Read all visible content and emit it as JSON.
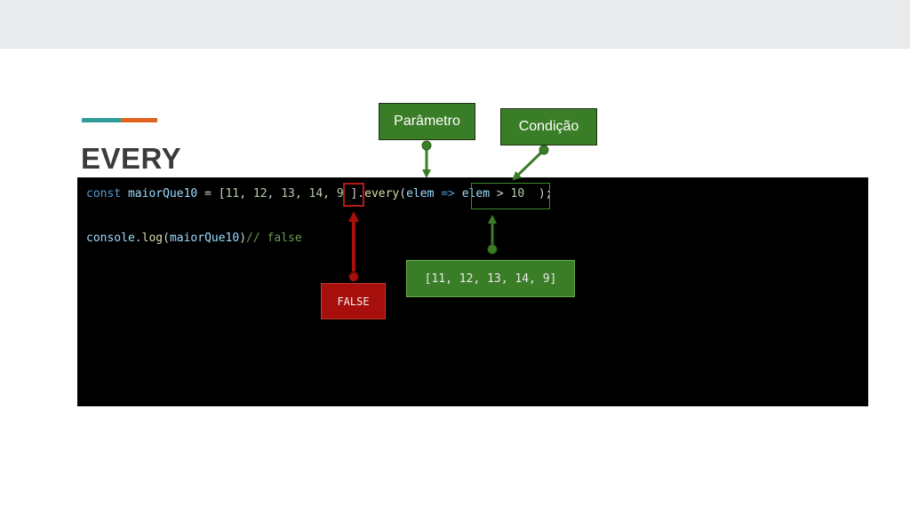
{
  "slide": {
    "title": "EVERY"
  },
  "code": {
    "line1": {
      "keyword": "const",
      "identifier": "maiorQue10",
      "assign": " = [",
      "n1": "11",
      "n2": "12",
      "n3": "13",
      "n4": "14",
      "n5": "9",
      "sep": ", ",
      "close": " ].",
      "method": "every",
      "open_paren": "(",
      "param": "elem",
      "arrow": " => ",
      "cond_param": "elem",
      "cond_op": " > ",
      "cond_value": "10",
      "end": "  );"
    },
    "line2": {
      "object": "console",
      "dot": ".",
      "method": "log",
      "open_paren": "(",
      "argument": "maiorQue10",
      "close_paren": ")",
      "comment": "// false"
    }
  },
  "callouts": {
    "parameter_label": "Parâmetro",
    "condition_label": "Condição",
    "array_label": "[11, 12, 13, 14, 9]",
    "false_label": "FALSE"
  },
  "colors": {
    "callout_green": "#3a7d27",
    "callout_red": "#a60f0b",
    "accent_teal": "#2f9e9a",
    "accent_orange": "#e0641e",
    "code_background": "#000000"
  }
}
